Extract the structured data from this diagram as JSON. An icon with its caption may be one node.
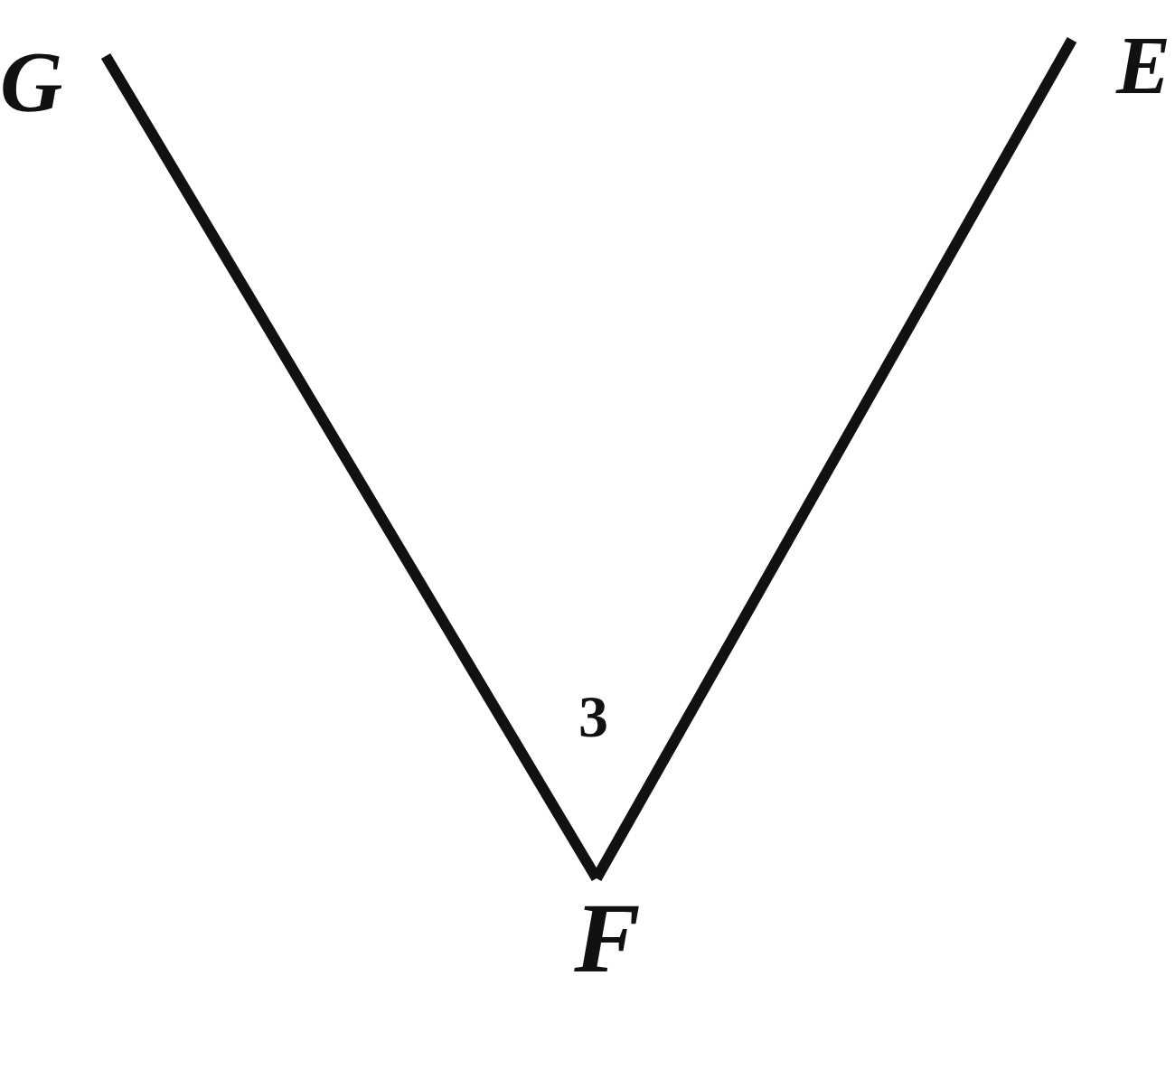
{
  "diagram": {
    "nodes": [
      {
        "text": [
          "G"
        ]
      },
      {
        "text": [
          "E"
        ]
      },
      {
        "text": [
          "F"
        ]
      }
    ],
    "edges": [
      {
        "from": 0,
        "to": 2,
        "arrow": "none"
      },
      {
        "from": 2,
        "to": 1,
        "arrow": "none"
      }
    ],
    "labels": [
      "3"
    ]
  }
}
